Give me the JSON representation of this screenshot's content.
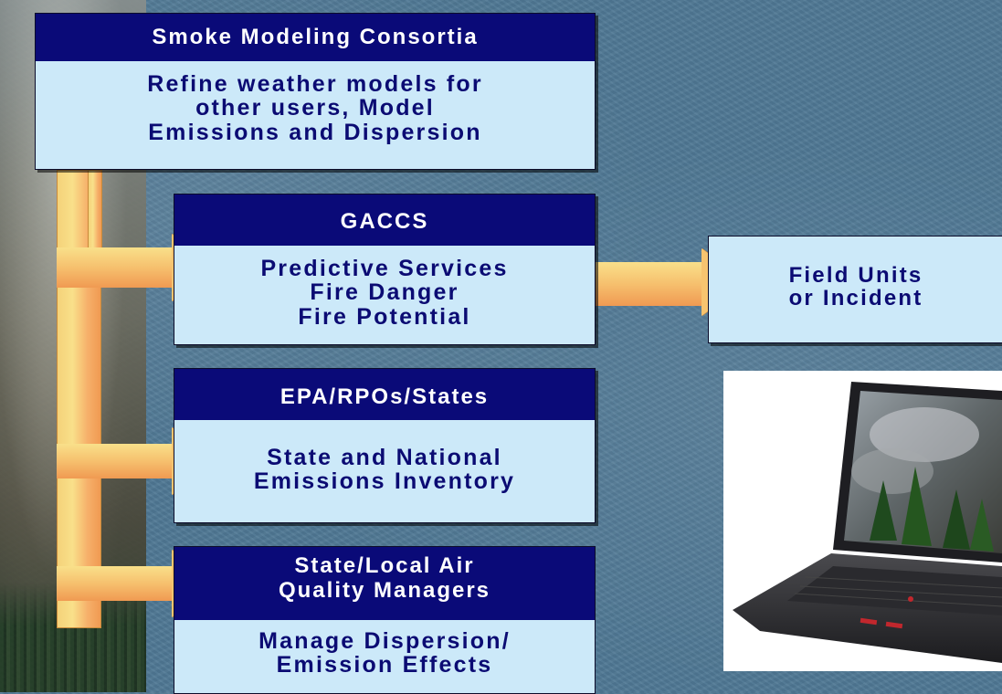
{
  "boxes": {
    "smoke": {
      "header": "Smoke Modeling Consortia",
      "body": [
        "Refine weather models for",
        "other users, Model",
        "Emissions and Dispersion"
      ]
    },
    "gaccs": {
      "header": "GACCS",
      "body": [
        "Predictive Services",
        "Fire Danger",
        "Fire Potential"
      ]
    },
    "field": {
      "body": [
        "Field Units",
        "or Incident"
      ]
    },
    "epa": {
      "header": "EPA/RPOs/States",
      "body": [
        "State and National",
        "Emissions Inventory"
      ]
    },
    "state_local": {
      "header": [
        "State/Local Air",
        "Quality Managers"
      ],
      "body": [
        "Manage Dispersion/",
        "Emission Effects"
      ]
    }
  },
  "icons": {
    "laptop": "laptop-photo-icon"
  },
  "colors": {
    "header_bg": "#0a0a78",
    "box_bg": "#cce9f9",
    "text": "#0b0b73",
    "arrow": "#f7c46f"
  }
}
